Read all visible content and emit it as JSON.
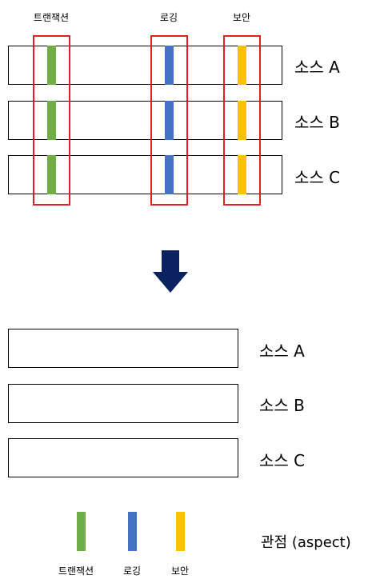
{
  "colors": {
    "transaction": "#70ad47",
    "logging": "#4472c4",
    "security": "#ffc000",
    "highlight": "#e02020",
    "arrow": "#0b2260"
  },
  "top": {
    "headers": {
      "transaction": "트랜잭션",
      "logging": "로깅",
      "security": "보안"
    },
    "sources": [
      "소스 A",
      "소스 B",
      "소스 C"
    ]
  },
  "bottom": {
    "sources": [
      "소스 A",
      "소스 B",
      "소스 C"
    ]
  },
  "legend": {
    "transaction": "트랜잭션",
    "logging": "로깅",
    "security": "보안",
    "aspect": "관점 (aspect)"
  }
}
